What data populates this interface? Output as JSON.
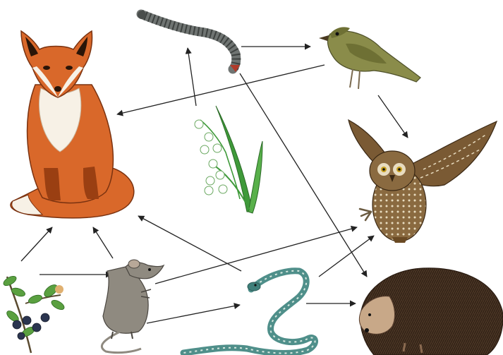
{
  "diagram": {
    "type": "food-web",
    "organisms": [
      {
        "id": "fox",
        "icon": "fox-illustration"
      },
      {
        "id": "caterpillar",
        "icon": "caterpillar-illustration"
      },
      {
        "id": "sparrow",
        "icon": "sparrow-illustration"
      },
      {
        "id": "lily-of-the-valley",
        "icon": "lily-of-the-valley-illustration"
      },
      {
        "id": "owl",
        "icon": "owl-illustration"
      },
      {
        "id": "blueberry",
        "icon": "blueberry-branch-illustration"
      },
      {
        "id": "mouse",
        "icon": "mouse-illustration"
      },
      {
        "id": "snake",
        "icon": "snake-illustration"
      },
      {
        "id": "hedgehog",
        "icon": "hedgehog-illustration"
      }
    ],
    "arrows": [
      {
        "from": "caterpillar",
        "to": "sparrow"
      },
      {
        "from": "sparrow",
        "to": "fox"
      },
      {
        "from": "sparrow",
        "to": "owl"
      },
      {
        "from": "lily-of-the-valley",
        "to": "caterpillar"
      },
      {
        "from": "caterpillar",
        "to": "hedgehog"
      },
      {
        "from": "blueberry",
        "to": "fox"
      },
      {
        "from": "blueberry",
        "to": "mouse"
      },
      {
        "from": "mouse",
        "to": "fox"
      },
      {
        "from": "mouse",
        "to": "owl"
      },
      {
        "from": "mouse",
        "to": "snake"
      },
      {
        "from": "snake",
        "to": "fox"
      },
      {
        "from": "snake",
        "to": "owl"
      },
      {
        "from": "snake",
        "to": "hedgehog"
      }
    ],
    "colors": {
      "background": "#ffffff",
      "arrow": "#222222",
      "fox_orange": "#d9682a",
      "fox_dark": "#9a3f12",
      "fox_white": "#f7f1e6",
      "sparrow_olive": "#8a8c4a",
      "owl_brown": "#7a5a34",
      "hedgehog_brown": "#4a3524",
      "mouse_gray": "#8f8a80",
      "snake_teal": "#4f8f8a",
      "caterpillar_gray": "#6f7472",
      "leaf_green": "#3f9a3a",
      "berry_blue": "#2b3550"
    }
  }
}
